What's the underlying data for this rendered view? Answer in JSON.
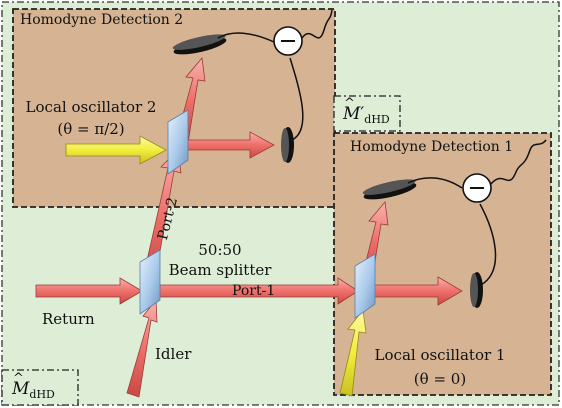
{
  "boxes": {
    "hd2_title": "Homodyne Detection 2",
    "hd1_title": "Homodyne Detection 1",
    "outer_label_letter": "M",
    "outer_label_sub": "dHD",
    "inner_label_letter": "M",
    "inner_label_prime": "′",
    "inner_label_sub": "dHD"
  },
  "labels": {
    "lo2_line1": "Local oscillator 2",
    "lo2_line2": "(θ = π/2)",
    "lo1_line1": "Local oscillator 1",
    "lo1_line2": "(θ = 0)",
    "bs_line1": "50:50",
    "bs_line2": "Beam splitter",
    "port1": "Port-1",
    "port2": "Port-2",
    "return": "Return",
    "idler": "Idler",
    "minus": "−"
  },
  "colors": {
    "outer_bg": "#deeed6",
    "box_bg": "#d6b493",
    "beam_red": "#f0807c",
    "beam_yellow": "#f7f35a",
    "splitter": "#b7d3ef",
    "detector": "#111111"
  }
}
